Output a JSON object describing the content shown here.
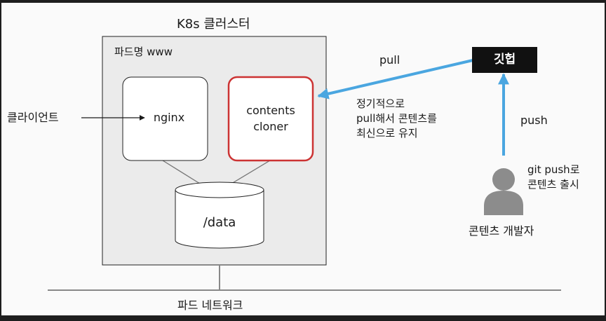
{
  "cluster_label": "K8s 클러스터",
  "pod_label": "파드명 www",
  "nginx_label": "nginx",
  "cloner_label": [
    "contents",
    "cloner"
  ],
  "data_label": "/data",
  "client_label": "클라이언트",
  "github_label": "깃헙",
  "pull_label": "pull",
  "pull_note": [
    "정기적으로",
    "pull해서 콘텐츠를",
    "최신으로 유지"
  ],
  "push_label": "push",
  "push_note": [
    "git push로",
    "콘텐츠 출시"
  ],
  "developer_label": "콘텐츠 개발자",
  "network_label": "파드 네트워크",
  "colors": {
    "page_bg": "#fafafa",
    "frame": "#1e1e1e",
    "pod_fill": "#ebebeb",
    "node_fill": "#ffffff",
    "cloner_border": "#cc3333",
    "arrow_blue": "#4aa6e0",
    "github_fill": "#111111",
    "developer_fill": "#8c8c8c"
  }
}
